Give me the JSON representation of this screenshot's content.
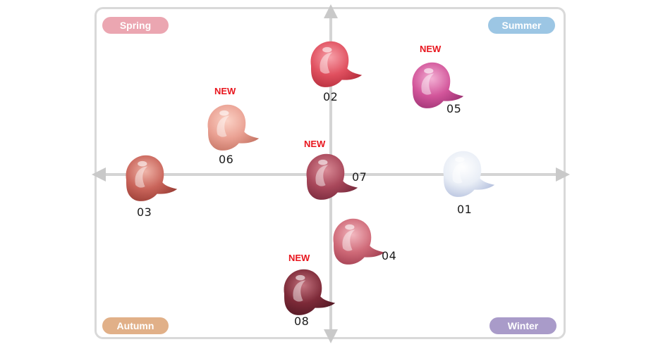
{
  "quadrants": {
    "spring": {
      "label": "Spring",
      "color": "#eba6b1"
    },
    "summer": {
      "label": "Summer",
      "color": "#9cc6e4"
    },
    "autumn": {
      "label": "Autumn",
      "color": "#e1b088"
    },
    "winter": {
      "label": "Winter",
      "color": "#a99bc9"
    }
  },
  "badge_text": "NEW",
  "shades": [
    {
      "code": "01",
      "is_new": false,
      "color_light": "#ffffff",
      "color_mid": "#e9eef6",
      "color_dark": "#b9c4e0"
    },
    {
      "code": "02",
      "is_new": false,
      "color_light": "#f7a1aa",
      "color_mid": "#e0505f",
      "color_dark": "#b8303f"
    },
    {
      "code": "03",
      "is_new": false,
      "color_light": "#efb4a8",
      "color_mid": "#c9645a",
      "color_dark": "#9d4038"
    },
    {
      "code": "04",
      "is_new": false,
      "color_light": "#f2b7bf",
      "color_mid": "#cf6a78",
      "color_dark": "#a54254"
    },
    {
      "code": "05",
      "is_new": true,
      "color_light": "#f3b0d4",
      "color_mid": "#d2559a",
      "color_dark": "#a23677"
    },
    {
      "code": "06",
      "is_new": true,
      "color_light": "#fbd2c6",
      "color_mid": "#eaa193",
      "color_dark": "#c87868"
    },
    {
      "code": "07",
      "is_new": true,
      "color_light": "#d98b96",
      "color_mid": "#a8475a",
      "color_dark": "#7b2c3f"
    },
    {
      "code": "08",
      "is_new": true,
      "color_light": "#c2727e",
      "color_mid": "#7d2a38",
      "color_dark": "#561a26"
    }
  ]
}
